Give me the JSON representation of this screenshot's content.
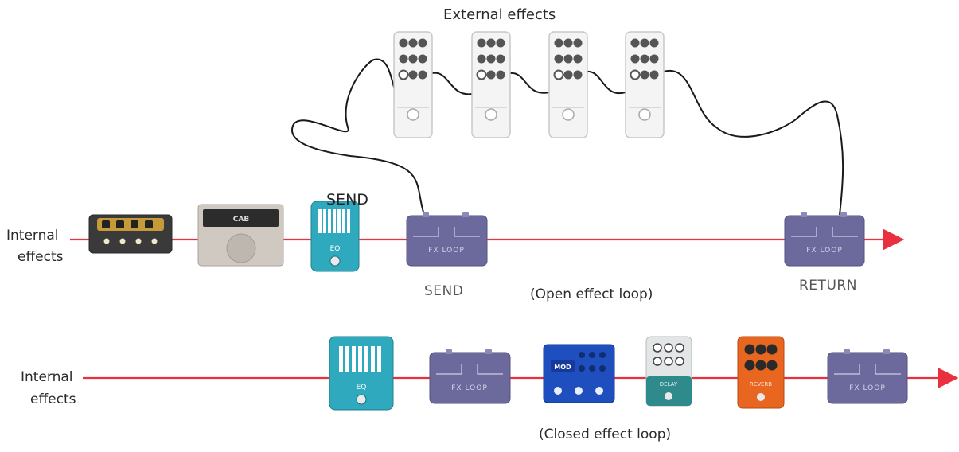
{
  "diagram": {
    "title": "External effects",
    "top_row": {
      "left_label": [
        "Internal",
        "effects"
      ],
      "send_overlay": "SEND",
      "send_label": "SEND",
      "return_label": "RETURN",
      "caption": "(Open effect loop)"
    },
    "bottom_row": {
      "left_label": [
        "Internal",
        "effects"
      ],
      "caption": "(Closed effect loop)"
    },
    "pedal_labels": {
      "cab": "CAB",
      "eq": "EQ",
      "fx_loop": "FX LOOP",
      "mod": "MOD",
      "delay": "DELAY",
      "reverb": "REVERB"
    },
    "colors": {
      "signal_line": "#e8303f",
      "cable": "#1a1a1a",
      "fx_loop_pedal": "#6c6a9c",
      "eq_pedal": "#2fa9bd",
      "mod_pedal": "#1f4fbf",
      "reverb_pedal": "#e8661f",
      "delay_pedal": "#2f8a8c",
      "external_unit": "#f4f4f4"
    }
  }
}
